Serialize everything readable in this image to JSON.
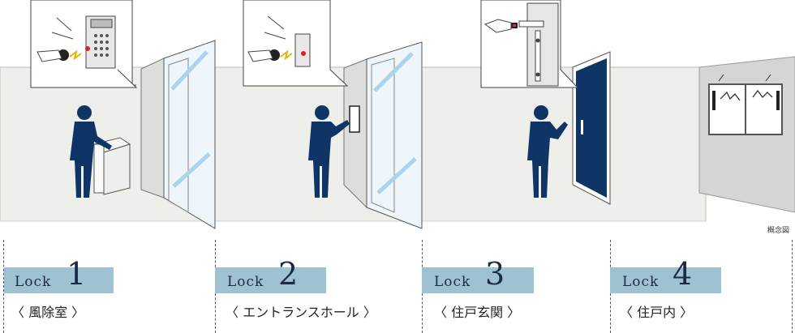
{
  "caption": "概念図",
  "colors": {
    "navy": "#0e3566",
    "wall": "#eeeeea",
    "band": "#9fc2d2",
    "glass": "#a9d3ee"
  },
  "locks": [
    {
      "word": "Lock",
      "number": "1",
      "place": "〈 風除室 〉"
    },
    {
      "word": "Lock",
      "number": "2",
      "place": "〈 エントランスホール 〉"
    },
    {
      "word": "Lock",
      "number": "3",
      "place": "〈 住戸玄関 〉"
    },
    {
      "word": "Lock",
      "number": "4",
      "place": "〈 住戸内 〉"
    }
  ]
}
